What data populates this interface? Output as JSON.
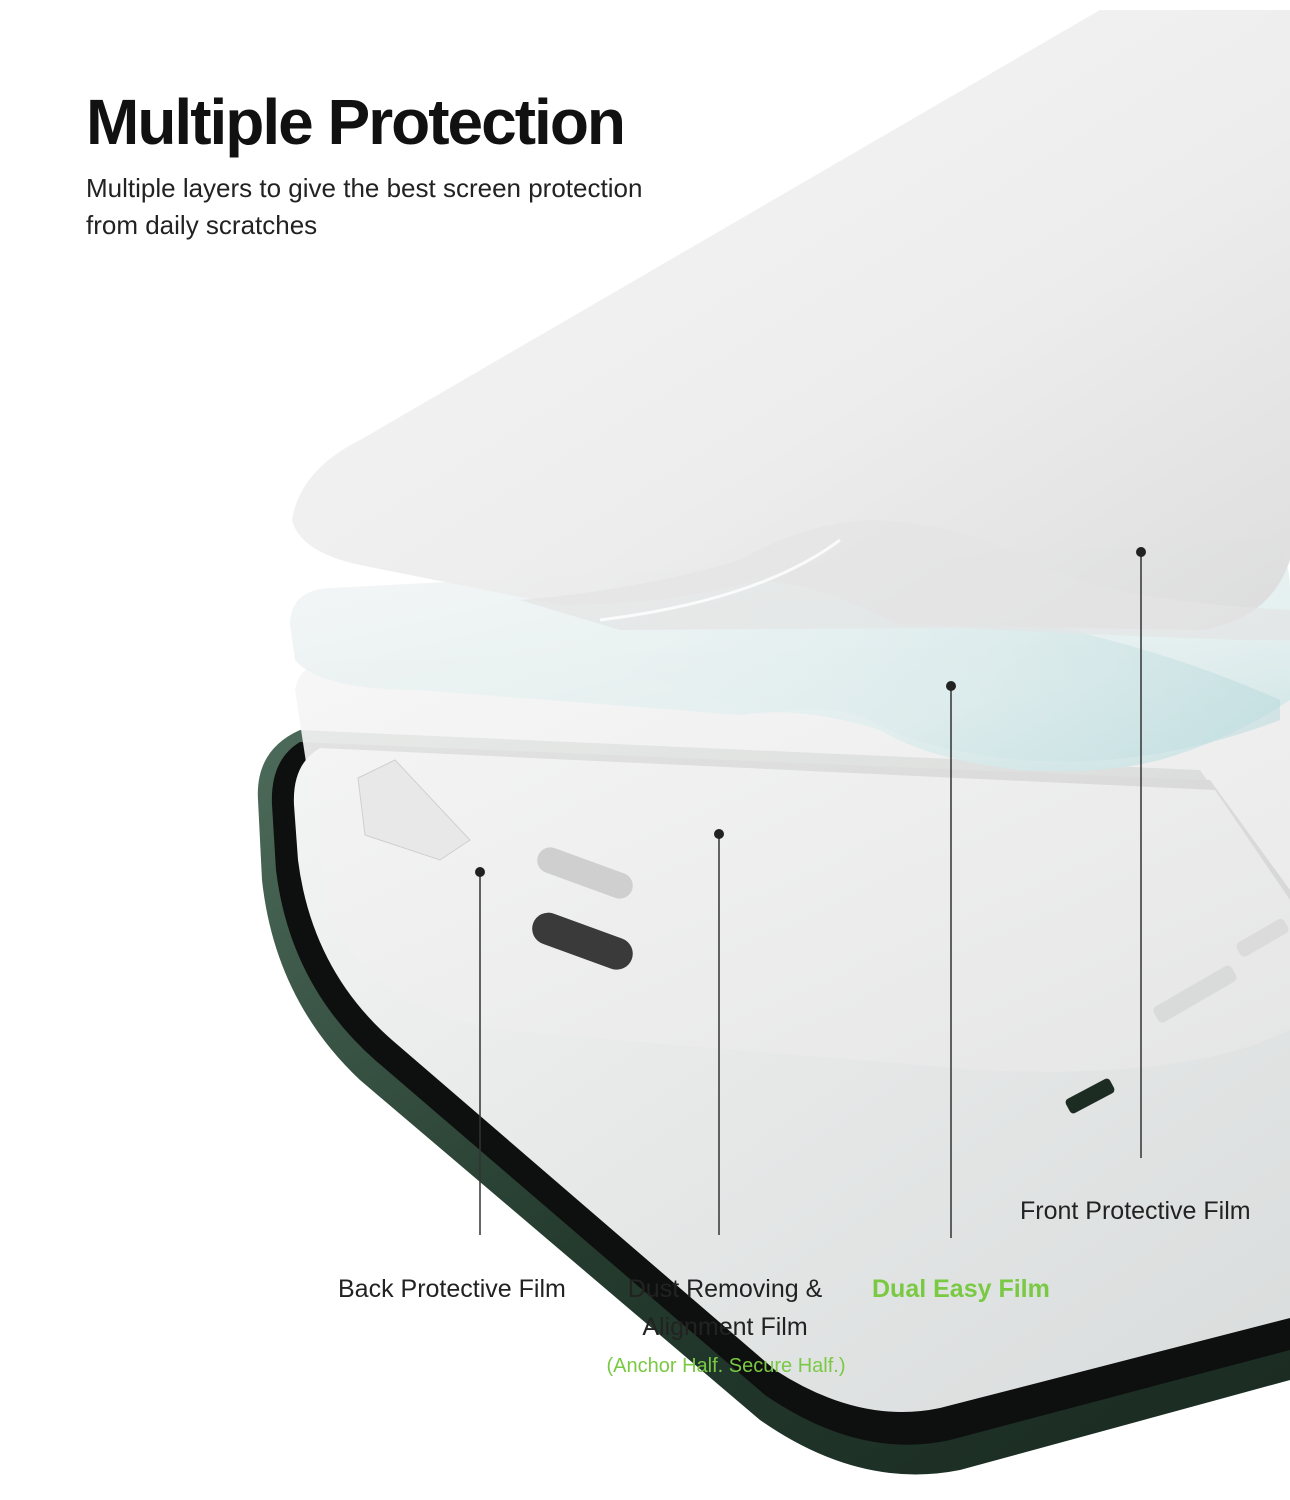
{
  "header": {
    "title": "Multiple Protection",
    "subtitle_line1": "Multiple layers to give the best screen protection",
    "subtitle_line2": "from daily scratches"
  },
  "callouts": {
    "front": "Front Protective Film",
    "back": "Back Protective Film",
    "dust_line1": "Dust Removing &",
    "dust_line2": "Alignment Film",
    "dust_note": "(Anchor Half. Secure Half.)",
    "dual": "Dual Easy Film"
  },
  "colors": {
    "accent_green": "#7ac943",
    "phone_body": "#2f4a3b",
    "title_text": "#111111",
    "callout_text": "#222222"
  },
  "icons": [
    "phone-illustration",
    "film-layers-illustration"
  ]
}
